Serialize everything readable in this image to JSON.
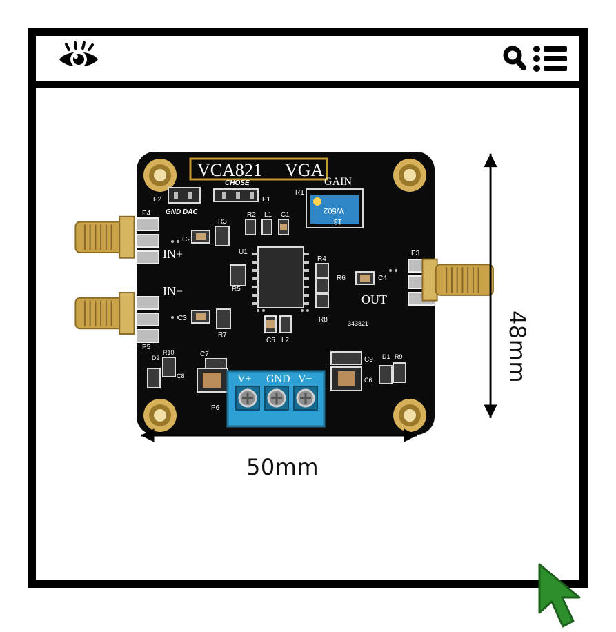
{
  "app": {
    "toolbar": {
      "eye_icon": "eye-icon",
      "search_icon": "search-icon",
      "menu_icon": "menu-icon"
    }
  },
  "product": {
    "board_title_left": "VCA821",
    "board_title_right": "VGA",
    "gain": "GAIN",
    "chose": "CHOSE",
    "gnd_dac": "GND DAC",
    "in_plus": "IN+",
    "in_minus": "IN−",
    "out": "OUT",
    "labels": {
      "p2": "P2",
      "p1": "P1",
      "p4": "P4",
      "p3": "P3",
      "p5": "P5",
      "p6": "P6",
      "r1": "R1",
      "r2": "R2",
      "r3": "R3",
      "r4": "R4",
      "r5": "R5",
      "r6": "R6",
      "r7": "R7",
      "r8": "R8",
      "r9": "R9",
      "r10": "R10",
      "c1": "C1",
      "c2": "C2",
      "c3": "C3",
      "c4": "C4",
      "c5": "C5",
      "c6": "C6",
      "c7": "C7",
      "c8": "C8",
      "c9": "C9",
      "l1": "L1",
      "l2": "L2",
      "u1": "U1",
      "d1": "D1",
      "d2": "D2",
      "code": "343821",
      "pot": "W502",
      "pot_sub": "13",
      "v_plus": "V+",
      "gnd": "GND",
      "v_minus": "V−"
    }
  },
  "dimensions": {
    "width_label": "50mm",
    "height_label": "48mm"
  },
  "colors": {
    "black": "#000000",
    "board": "#0b0b0b",
    "gold": "#c89a2f",
    "terminal_blue": "#2ea0d3",
    "cursor_green": "#2c8f2c"
  }
}
